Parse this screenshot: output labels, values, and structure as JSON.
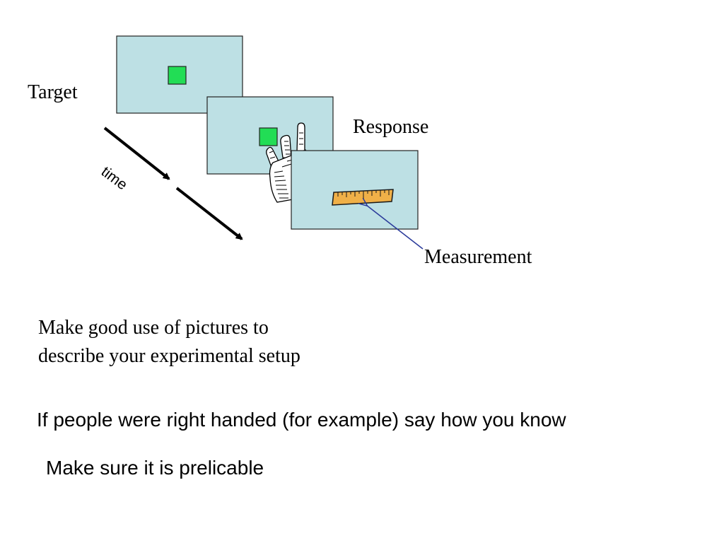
{
  "diagram": {
    "labels": {
      "target": "Target",
      "response": "Response",
      "measurement": "Measurement",
      "time": "time"
    },
    "colors": {
      "screen_fill": "#bde0e4",
      "screen_stroke": "#222222",
      "target_square": "#22dd55",
      "ruler_fill": "#f0b048",
      "pointer_arrow": "#2a3a9a"
    },
    "icons": [
      "pointing-hand-icon",
      "ruler-icon"
    ]
  },
  "notes": {
    "pictures_line1": "Make good use of pictures to",
    "pictures_line2": "describe your experimental setup",
    "right_handed": "If people were right handed (for example) say how you know",
    "replicable": "Make sure it is prelicable"
  }
}
